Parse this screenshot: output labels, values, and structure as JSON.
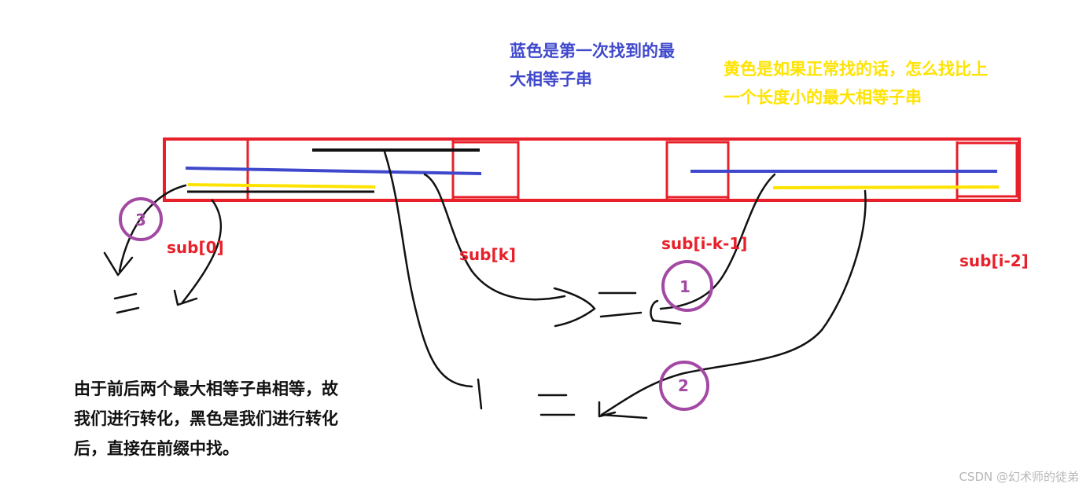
{
  "notes": {
    "blue": [
      "蓝色是第一次找到的最",
      "大相等子串"
    ],
    "yellow": [
      "黄色是如果正常找的话，怎么找比上",
      "一个长度小的最大相等子串"
    ],
    "black": [
      "由于前后两个最大相等子串相等，故",
      "我们进行转化，黑色是我们进行转化",
      "后，直接在前缀中找。"
    ]
  },
  "labels": {
    "sub0": "sub[0]",
    "subk": "sub[k]",
    "sub_i_k_1": "sub[i-k-1]",
    "sub_i_2": "sub[i-2]"
  },
  "circles": {
    "one": "1",
    "two": "2",
    "three": "3"
  },
  "watermark": "CSDN @幻术师的徒弟",
  "colors": {
    "red": "#e8202a",
    "blue": "#3f48cc",
    "yellow": "#ffe300",
    "black": "#111111",
    "purple": "#a349a4"
  }
}
